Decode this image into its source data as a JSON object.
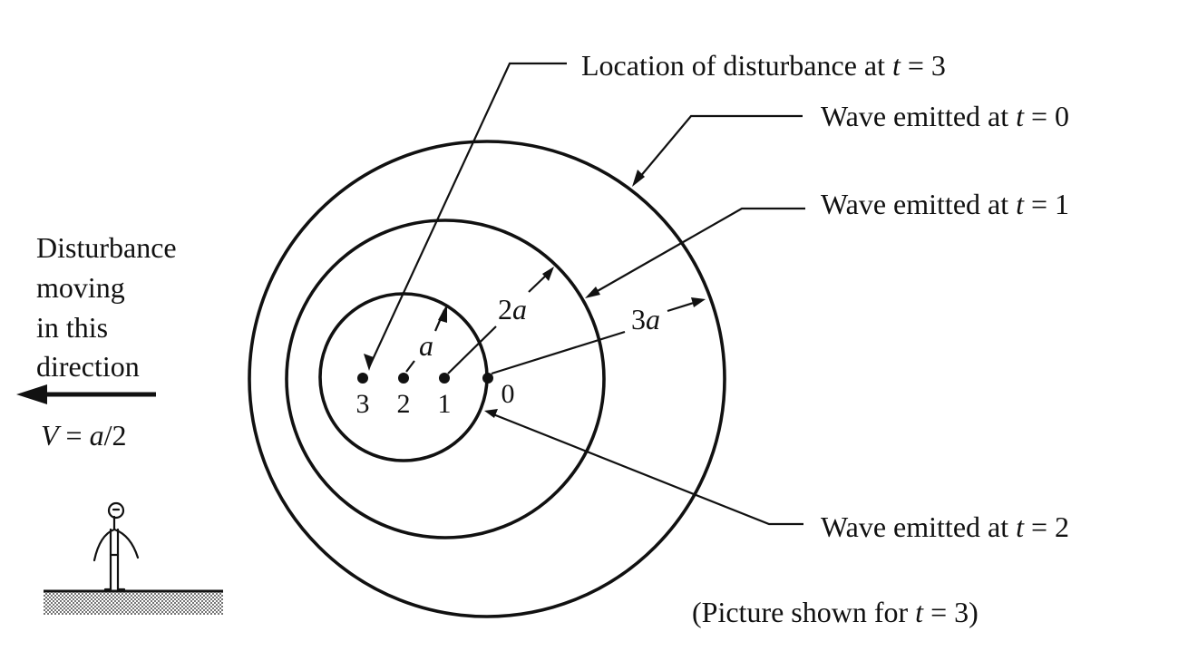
{
  "labels": {
    "location": "Location of disturbance at",
    "wave": "Wave emitted at",
    "t": "t",
    "eq": "=",
    "t0": "0",
    "t1": "1",
    "t2": "2",
    "t3": "3",
    "picture_open": "(Picture shown for",
    "picture_close": "= 3)",
    "motion_lines": [
      "Disturbance",
      "moving",
      "in this",
      "direction"
    ],
    "velocity_v": "V",
    "velocity_eq": "=",
    "velocity_a": "a",
    "velocity_div": "/2"
  },
  "points": [
    "3",
    "2",
    "1",
    "0"
  ],
  "distances": {
    "a_sym": "a",
    "coef_2": "2",
    "coef_3": "3"
  },
  "colors": {
    "ink": "#111111",
    "background": "#ffffff"
  }
}
